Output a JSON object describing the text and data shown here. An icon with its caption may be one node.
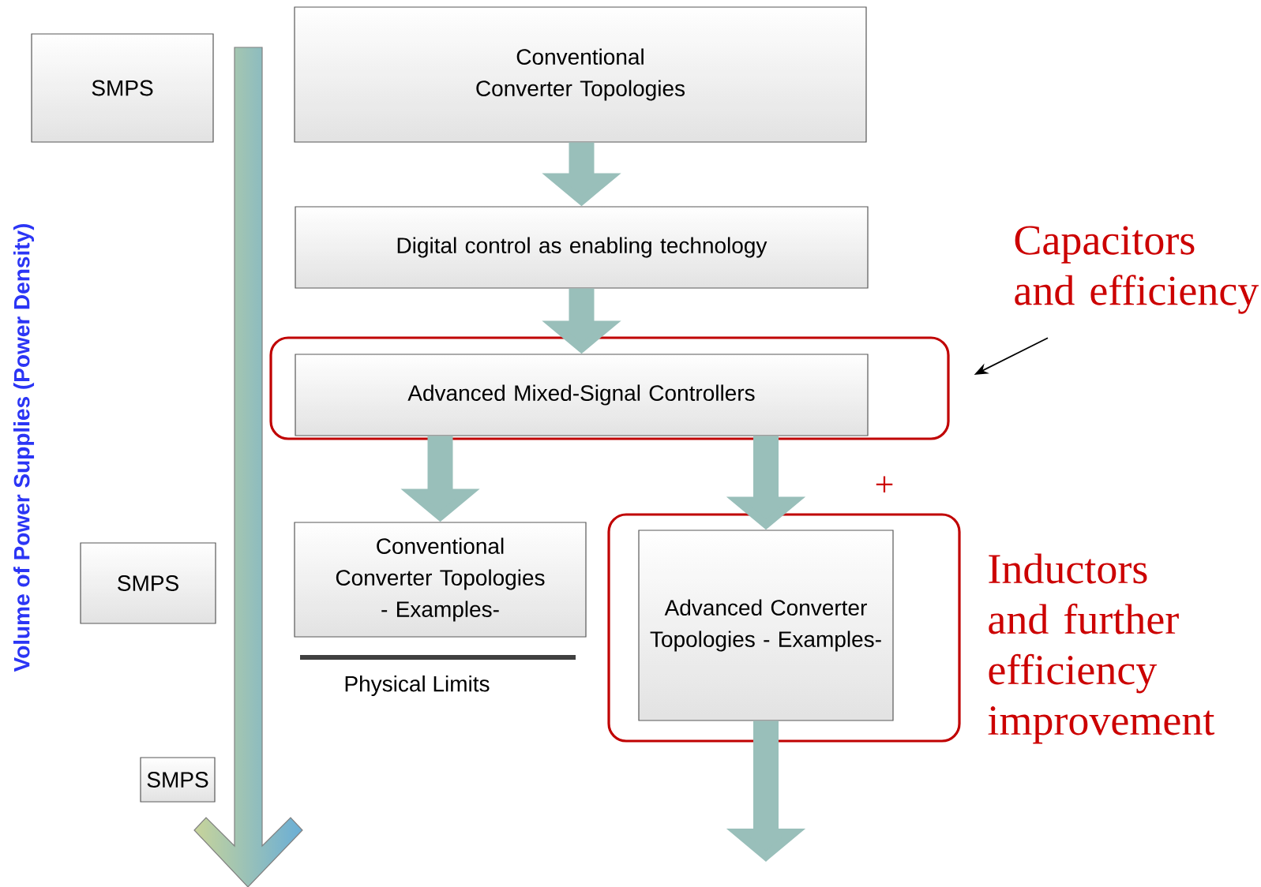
{
  "diagram": {
    "nodes": [
      {
        "text": [
          "SMPS"
        ]
      },
      {
        "text": [
          "Conventional Converter Topologies"
        ]
      },
      {
        "text": [
          "Digital control as enabling technology"
        ]
      },
      {
        "text": [],
        "shape": "box"
      },
      {
        "text": [
          "Advanced Mixed-Signal Controllers"
        ],
        "in": 3
      },
      {
        "text": [
          "Conventional Converter Topologies - Examples-"
        ]
      },
      {
        "text": [],
        "shape": "box"
      },
      {
        "text": [
          "Advanced Converter Topologies - Examples-"
        ],
        "in": 6
      },
      {
        "text": [
          "SMPS"
        ]
      },
      {
        "text": [
          "SMPS"
        ]
      },
      {
        "text": [
          "Capacitors and efficiency"
        ]
      }
    ],
    "edges": [
      {
        "from": 1,
        "to": 2,
        "arrow": "to"
      },
      {
        "from": 2,
        "to": 4,
        "arrow": "to"
      },
      {
        "from": 4,
        "to": 5,
        "arrow": "to"
      },
      {
        "from": 4,
        "to": 7,
        "arrow": "to"
      },
      {
        "from": 7,
        "to": null,
        "arrow": "to"
      },
      {
        "from": 10,
        "to": 3,
        "arrow": "to",
        "color": "#000000"
      }
    ],
    "labels": [
      "Volume of Power Supplies (Power Density)",
      "Physical Limits",
      "+",
      "Inductors and further efficiency improvement"
    ]
  }
}
